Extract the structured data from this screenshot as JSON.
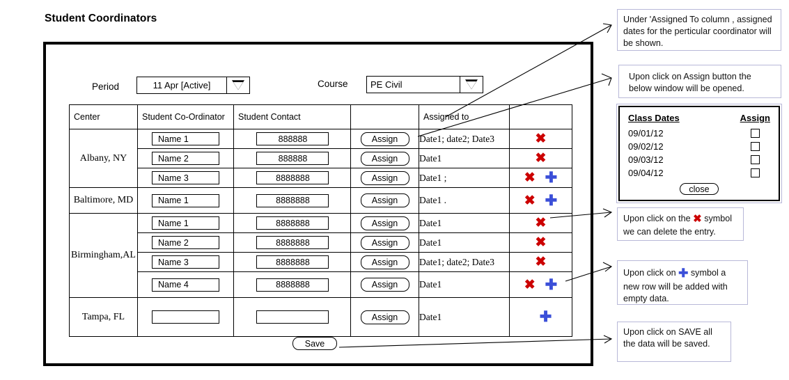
{
  "page_title": "Student Coordinators",
  "filters": {
    "period_label": "Period",
    "period_value": "11 Apr [Active]",
    "course_label": "Course",
    "course_value": "PE Civil"
  },
  "table": {
    "headers": [
      "Center",
      "Student Co-Ordinator",
      "Student Contact",
      "",
      "Assigned to",
      ""
    ],
    "groups": [
      {
        "center": "Albany, NY",
        "rows": [
          {
            "name": "Name 1",
            "contact": "888888",
            "assign_label": "Assign",
            "assigned_to": "Date1; date2; Date3",
            "icons": [
              "x"
            ]
          },
          {
            "name": "Name 2",
            "contact": "888888",
            "assign_label": "Assign",
            "assigned_to": "Date1",
            "icons": [
              "x"
            ]
          },
          {
            "name": "Name 3",
            "contact": "8888888",
            "assign_label": "Assign",
            "assigned_to": "Date1 ;",
            "icons": [
              "x",
              "plus"
            ]
          }
        ]
      },
      {
        "center": "Baltimore, MD",
        "rows": [
          {
            "name": "Name 1",
            "contact": "8888888",
            "assign_label": "Assign",
            "assigned_to": "Date1 .",
            "icons": [
              "x",
              "plus"
            ]
          }
        ]
      },
      {
        "center": "Birmingham,AL",
        "rows": [
          {
            "name": "Name 1",
            "contact": "8888888",
            "assign_label": "Assign",
            "assigned_to": "Date1",
            "icons": [
              "x"
            ]
          },
          {
            "name": "Name 2",
            "contact": "8888888",
            "assign_label": "Assign",
            "assigned_to": "Date1",
            "icons": [
              "x"
            ]
          },
          {
            "name": "Name 3",
            "contact": "8888888",
            "assign_label": "Assign",
            "assigned_to": "Date1; date2; Date3",
            "icons": [
              "x"
            ]
          },
          {
            "name": "Name 4",
            "contact": "8888888",
            "assign_label": "Assign",
            "assigned_to": "Date1",
            "icons": [
              "x",
              "plus"
            ]
          }
        ]
      },
      {
        "center": "Tampa, FL",
        "rows": [
          {
            "name": "",
            "contact": "",
            "assign_label": "Assign",
            "assigned_to": "Date1",
            "icons": [
              "plus"
            ]
          }
        ]
      }
    ]
  },
  "save_label": "Save",
  "popup": {
    "col_dates": "Class Dates",
    "col_assign": "Assign",
    "dates": [
      "09/01/12",
      "09/02/12",
      "09/03/12",
      "09/04/12"
    ],
    "close_label": "close"
  },
  "callouts": {
    "assigned_to": "Under 'Assigned To column , assigned dates for the perticular coordinator will be shown.",
    "assign_button": "Upon click on Assign button the below window will be opened.",
    "delete_part1": "Upon click on the",
    "delete_part2": "symbol  we   can delete the entry.",
    "add_part1": "Upon click on",
    "add_part2": "symbol a new row will be added with empty data.",
    "save": "Upon click on SAVE all the data will be saved."
  },
  "colors": {
    "delete_icon": "#cc0000",
    "add_icon": "#3b4fd8",
    "frame": "#000000",
    "callout_border": "#b8b8d8"
  },
  "icon_glyphs": {
    "x": "✖",
    "plus": "✚"
  }
}
